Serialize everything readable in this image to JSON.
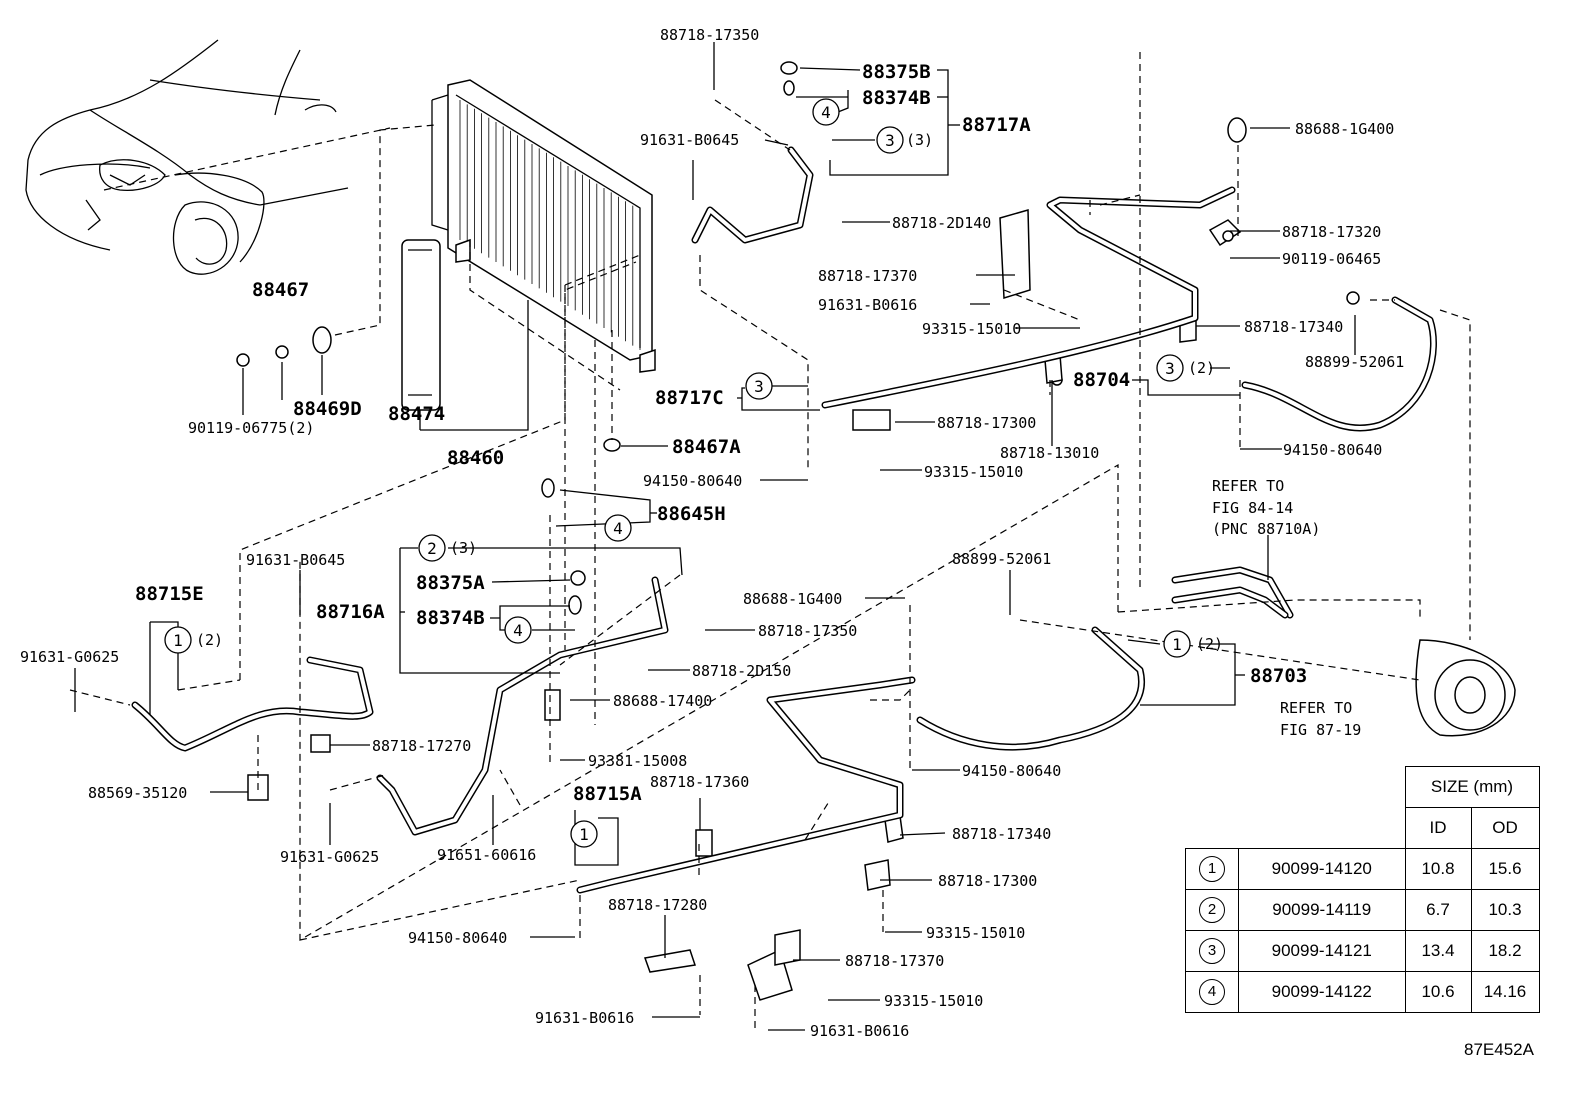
{
  "figure_code": "87E452A",
  "labels": {
    "p88718_17350_top": "88718-17350",
    "p88375B": "88375B",
    "p88374B_top": "88374B",
    "p88717A": "88717A",
    "p91631_B0645_top": "91631-B0645",
    "p88688_1G400_top": "88688-1G400",
    "p88718_2D140": "88718-2D140",
    "p88718_17320": "88718-17320",
    "p90119_06465": "90119-06465",
    "p88718_17370_top": "88718-17370",
    "p91631_B0616_top": "91631-B0616",
    "p93315_15010_a": "93315-15010",
    "p88718_17340_top": "88718-17340",
    "p88899_52061_right": "88899-52061",
    "p88704": "88704",
    "p88467": "88467",
    "p90119_06775": "90119-06775(2)",
    "p88469D": "88469D",
    "p88474": "88474",
    "p88460": "88460",
    "p88717C": "88717C",
    "p88718_17300_top": "88718-17300",
    "p88718_13010": "88718-13010",
    "p94150_80640_right": "94150-80640",
    "p88467A": "88467A",
    "p94150_80640_mid": "94150-80640",
    "p93315_15010_b": "93315-15010",
    "p88645H": "88645H",
    "p91631_B0645_left": "91631-B0645",
    "p88715E": "88715E",
    "p88375A": "88375A",
    "p88716A": "88716A",
    "p88374B_mid": "88374B",
    "p91631_G0625_left": "91631-G0625",
    "p88688_1G400_mid": "88688-1G400",
    "p88718_17350_mid": "88718-17350",
    "p88718_2D150": "88718-2D150",
    "p88899_52061_mid": "88899-52061",
    "p88703": "88703",
    "p88688_17400": "88688-17400",
    "p88718_17270": "88718-17270",
    "p93381_15008": "93381-15008",
    "p88718_17360": "88718-17360",
    "p88569_35120": "88569-35120",
    "p94150_80640_low": "94150-80640",
    "p88715A": "88715A",
    "p91631_G0625_bottom": "91631-G0625",
    "p91651_60616": "91651-60616",
    "p88718_17340_low": "88718-17340",
    "p88718_17300_low": "88718-17300",
    "p88718_17280": "88718-17280",
    "p93315_15010_c": "93315-15010",
    "p94150_80640_bottom": "94150-80640",
    "p88718_17370_low": "88718-17370",
    "p93315_15010_d": "93315-15010",
    "p91631_B0616_bottom": "91631-B0616",
    "p91631_B0616_low": "91631-B0616"
  },
  "qty": {
    "q3_top": "(3)",
    "q2_right": "(2)",
    "q2_left": "(2)",
    "q3_mid": "(3)",
    "q2_88703": "(2)"
  },
  "circles": {
    "c4_top": "4",
    "c3_top": "3",
    "c3_88717C": "3",
    "c3_88704": "3",
    "c4_88645H": "4",
    "c2_88716A": "2",
    "c4_88374B": "4",
    "c1_88715E": "1",
    "c1_88703": "1",
    "c1_88715A": "1"
  },
  "refer_notes": {
    "fig84": [
      "REFER TO",
      "FIG 84-14",
      "(PNC 88710A)"
    ],
    "fig87": [
      "REFER TO",
      "FIG 87-19"
    ]
  },
  "size_table": {
    "header": "SIZE (mm)",
    "col_id": "ID",
    "col_od": "OD",
    "rows": [
      {
        "symbol": "1",
        "part": "90099-14120",
        "id": "10.8",
        "od": "15.6"
      },
      {
        "symbol": "2",
        "part": "90099-14119",
        "id": "6.7",
        "od": "10.3"
      },
      {
        "symbol": "3",
        "part": "90099-14121",
        "id": "13.4",
        "od": "18.2"
      },
      {
        "symbol": "4",
        "part": "90099-14122",
        "id": "10.6",
        "od": "14.16"
      }
    ]
  }
}
